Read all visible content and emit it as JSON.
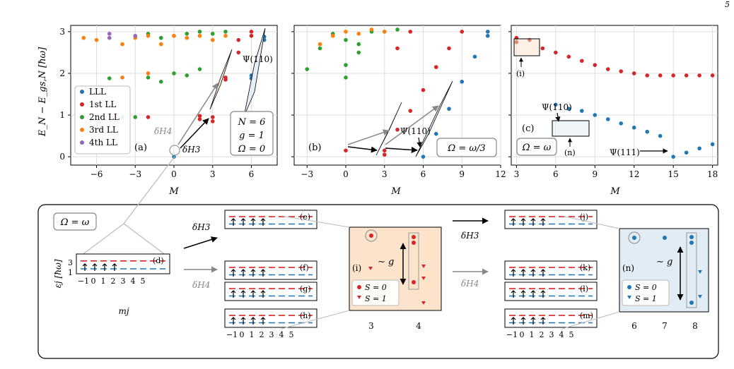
{
  "page_number": "5",
  "colors": {
    "LLL": "#1f77b4",
    "LL1": "#d62728",
    "LL2": "#2ca02c",
    "LL3": "#ff7f0e",
    "LL4": "#9467bd",
    "frame": "#777777",
    "grid": "#dddddd",
    "inset_red": "#fbe3cc",
    "inset_blue": "#e1ecf5"
  },
  "ylabel": "E_N − E_gs,N [ħω]",
  "xlabel": "M",
  "legend": [
    "LLL",
    "1st LL",
    "2nd LL",
    "3rd LL",
    "4th LL"
  ],
  "panel_a": {
    "tag": "(a)",
    "xticks": [
      "−6",
      "−3",
      "0",
      "3",
      "6"
    ],
    "yticks": [
      "0",
      "1",
      "2",
      "3"
    ],
    "params": [
      "N = 6",
      "g = 1",
      "Ω = 0"
    ],
    "dH4": "δH4",
    "dH3": "δH3",
    "psi": "Ψ(110)"
  },
  "panel_b": {
    "tag": "(b)",
    "xticks": [
      "−3",
      "0",
      "3",
      "6",
      "9",
      "12"
    ],
    "params": [
      "Ω = ω/3"
    ],
    "psi": "Ψ(110)"
  },
  "panel_c": {
    "tag": "(c)",
    "xticks": [
      "3",
      "6",
      "9",
      "12",
      "15",
      "18"
    ],
    "params": [
      "Ω = ω"
    ],
    "psi110": "Ψ(110)",
    "psi111": "Ψ(111)",
    "i": "(i)",
    "n": "(n)"
  },
  "bottom": {
    "omega": "Ω = ω",
    "ylabel": "εj [ħω]",
    "yticks": [
      "3",
      "1"
    ],
    "mticks": [
      "−1",
      "0",
      "1",
      "2",
      "3",
      "4",
      "5"
    ],
    "xlabel": "mj",
    "dH3": "δH3",
    "dH4": "δH4",
    "tags_left": [
      "(d)"
    ],
    "tags_mid": [
      "(e)",
      "(f)",
      "(g)",
      "(h)"
    ],
    "tags_right": [
      "(j)",
      "(k)",
      "(l)",
      "(m)"
    ],
    "inset_i": {
      "tag": "(i)",
      "g": "∼ g",
      "legend": [
        "S = 0",
        "S = 1"
      ],
      "xticks": [
        "3",
        "4"
      ]
    },
    "inset_n": {
      "tag": "(n)",
      "g": "∼ g",
      "legend": [
        "S = 0",
        "S = 1"
      ],
      "xticks": [
        "6",
        "7",
        "8"
      ]
    }
  },
  "chart_data": [
    {
      "type": "scatter",
      "title": "(a)",
      "xlabel": "M",
      "ylabel": "E_N − E_gs,N [ħω]",
      "xlim": [
        -8,
        8
      ],
      "ylim": [
        -0.2,
        3.15
      ],
      "grid": true,
      "legend_position": "left",
      "series": [
        {
          "name": "LLL",
          "points": [
            [
              0,
              0
            ],
            [
              6,
              1.88
            ],
            [
              6,
              1.95
            ],
            [
              7,
              2.8
            ],
            [
              7,
              2.88
            ]
          ]
        },
        {
          "name": "1st LL",
          "points": [
            [
              -2,
              0.95
            ],
            [
              2,
              0.9
            ],
            [
              2,
              0.98
            ],
            [
              3,
              0.85
            ],
            [
              3,
              0.95
            ],
            [
              4,
              1.85
            ],
            [
              4,
              1.9
            ],
            [
              5,
              2.5
            ],
            [
              5,
              2.8
            ],
            [
              6,
              2.9
            ],
            [
              6,
              3.0
            ]
          ]
        },
        {
          "name": "2nd LL",
          "points": [
            [
              -5,
              1.88
            ],
            [
              -4,
              0.95
            ],
            [
              -3,
              0.95
            ],
            [
              -2,
              1.9
            ],
            [
              -1,
              1.8
            ],
            [
              0,
              2.0
            ],
            [
              1,
              1.95
            ],
            [
              2,
              2.1
            ],
            [
              -2,
              2.95
            ],
            [
              -1,
              2.85
            ],
            [
              0,
              2.9
            ],
            [
              1,
              2.95
            ],
            [
              2,
              3.0
            ],
            [
              3,
              2.95
            ],
            [
              4,
              3.0
            ]
          ]
        },
        {
          "name": "3rd LL",
          "points": [
            [
              -7,
              2.85
            ],
            [
              -6,
              2.8
            ],
            [
              -4,
              2.7
            ],
            [
              -3,
              2.85
            ],
            [
              -2,
              2.9
            ],
            [
              -1,
              2.7
            ],
            [
              0,
              2.9
            ],
            [
              1,
              2.85
            ],
            [
              2,
              2.9
            ],
            [
              3,
              2.8
            ],
            [
              4,
              2.9
            ],
            [
              -4,
              1.9
            ],
            [
              -2,
              2.0
            ]
          ]
        },
        {
          "name": "4th LL",
          "points": [
            [
              -5,
              2.85
            ],
            [
              -5,
              2.95
            ],
            [
              -3,
              2.9
            ]
          ]
        }
      ]
    },
    {
      "type": "scatter",
      "title": "(b)",
      "xlabel": "M",
      "xlim": [
        -4,
        12
      ],
      "ylim": [
        -0.2,
        3.15
      ],
      "grid": true,
      "series": [
        {
          "name": "LLL",
          "points": [
            [
              6,
              0
            ],
            [
              7,
              0.55
            ],
            [
              8,
              1.15
            ],
            [
              9,
              1.8
            ],
            [
              10,
              2.4
            ],
            [
              11,
              2.9
            ],
            [
              11,
              3.0
            ]
          ]
        },
        {
          "name": "1st LL",
          "points": [
            [
              0,
              0.15
            ],
            [
              3,
              0.05
            ],
            [
              3,
              0.15
            ],
            [
              4,
              0.65
            ],
            [
              5,
              1.1
            ],
            [
              6,
              1.6
            ],
            [
              7,
              2.15
            ],
            [
              8,
              2.6
            ],
            [
              9,
              3.0
            ],
            [
              4,
              2.6
            ],
            [
              5,
              3.0
            ]
          ]
        },
        {
          "name": "2nd LL",
          "points": [
            [
              -3,
              2.1
            ],
            [
              0,
              1.9
            ],
            [
              0,
              2.2
            ],
            [
              1,
              2.5
            ],
            [
              2,
              3.0
            ],
            [
              3,
              3.0
            ],
            [
              4,
              3.05
            ],
            [
              -2,
              2.6
            ],
            [
              -1,
              2.95
            ],
            [
              0,
              2.8
            ],
            [
              1,
              2.7
            ]
          ]
        },
        {
          "name": "3rd LL",
          "points": [
            [
              -2,
              2.7
            ],
            [
              -1,
              2.9
            ],
            [
              0,
              3.0
            ],
            [
              1,
              2.95
            ],
            [
              2,
              3.05
            ],
            [
              3,
              3.0
            ]
          ]
        }
      ]
    },
    {
      "type": "scatter",
      "title": "(c)",
      "xlabel": "M",
      "xlim": [
        2.6,
        18.4
      ],
      "ylim": [
        -0.2,
        3.15
      ],
      "grid": true,
      "series": [
        {
          "name": "LLL",
          "points": [
            [
              6,
              1.25
            ],
            [
              7,
              1.15
            ],
            [
              8,
              1.1
            ],
            [
              9,
              1.0
            ],
            [
              10,
              0.9
            ],
            [
              11,
              0.8
            ],
            [
              12,
              0.7
            ],
            [
              13,
              0.6
            ],
            [
              14,
              0.5
            ],
            [
              15,
              0.0
            ],
            [
              16,
              0.1
            ],
            [
              17,
              0.2
            ],
            [
              18,
              0.3
            ]
          ]
        },
        {
          "name": "1st LL",
          "points": [
            [
              3,
              2.75
            ],
            [
              3,
              2.85
            ],
            [
              4,
              2.8
            ],
            [
              5,
              2.6
            ],
            [
              6,
              2.5
            ],
            [
              7,
              2.4
            ],
            [
              8,
              2.3
            ],
            [
              9,
              2.2
            ],
            [
              10,
              2.1
            ],
            [
              11,
              2.05
            ],
            [
              12,
              2.0
            ],
            [
              13,
              1.95
            ],
            [
              14,
              1.95
            ],
            [
              15,
              1.95
            ],
            [
              16,
              1.95
            ],
            [
              17,
              1.95
            ],
            [
              18,
              1.95
            ]
          ]
        }
      ]
    }
  ]
}
